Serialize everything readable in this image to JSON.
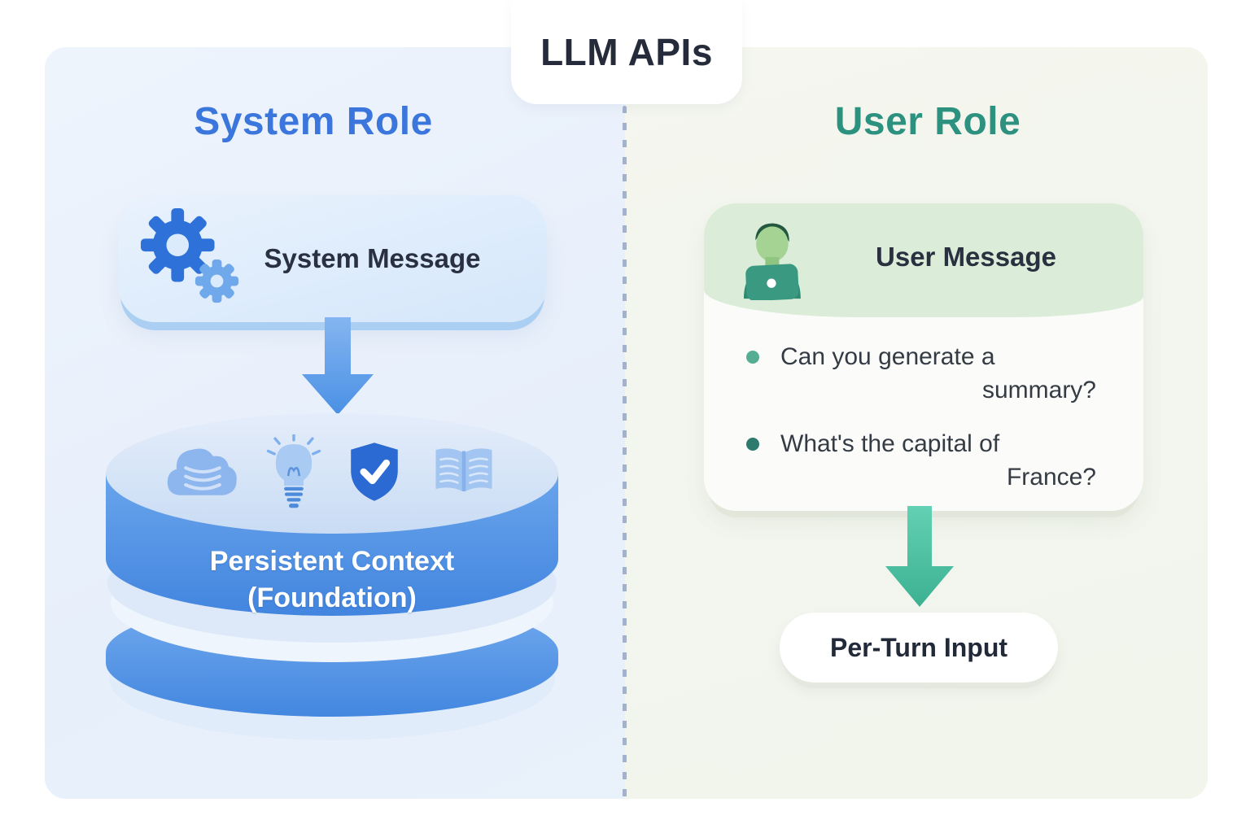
{
  "title": "LLM APIs",
  "system": {
    "heading": "System Role",
    "card": {
      "label": "System Message",
      "icon": "gears-icon"
    },
    "arrow_icon": "arrow-down-icon",
    "cylinder": {
      "icons": [
        "database-cloud-icon",
        "lightbulb-icon",
        "shield-check-icon",
        "open-book-icon"
      ],
      "line1": "Persistent Context",
      "line2": "(Foundation)"
    }
  },
  "user": {
    "heading": "User Role",
    "card": {
      "label": "User Message",
      "icon": "person-laptop-icon"
    },
    "bullets": [
      {
        "line1": "Can you generate a",
        "line2": "summary?"
      },
      {
        "line1": "What's the capital of",
        "line2": "France?"
      }
    ],
    "arrow_icon": "arrow-down-icon",
    "pill_label": "Per-Turn Input"
  },
  "colors": {
    "system_accent": "#3b76dd",
    "user_accent": "#2d9180",
    "system_panel_bg": "#eaf1fb",
    "user_panel_bg": "#f3f5ee",
    "blue_arrow": "#4e92e6",
    "green_arrow": "#43bb9b",
    "cylinder_blue": "#4285df",
    "heading_text": "#252b3a",
    "bullet_dot_1": "#55ae93",
    "bullet_dot_2": "#2e7a6e"
  }
}
